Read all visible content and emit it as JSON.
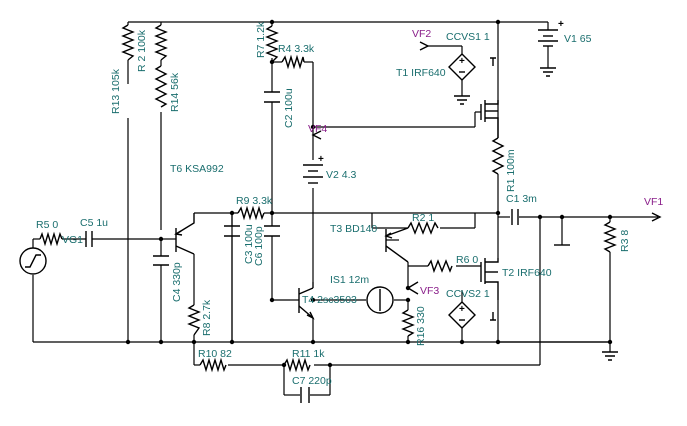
{
  "labels": {
    "v1": "V1 65",
    "vf2": "VF2",
    "ccvs1": "CCVS1 1",
    "t1": "T1 IRF640",
    "r7": "R7 1.2k",
    "r4": "R4 3.3k",
    "r2": "R 2 100k",
    "r13": "R13 105k",
    "r14": "R14 56k",
    "c2": "C2 100u",
    "vf4": "VF4",
    "v2": "V2 4.3",
    "r1": "R1 100m",
    "t6": "T6 KSA992",
    "r9": "R9 3.3k",
    "c1": "C1 3m",
    "vf1": "VF1",
    "r5": "R5 0",
    "c5": "C5 1u",
    "vg1": "VG1",
    "c4": "C4 330p",
    "c3": "C3 100u",
    "c6": "C6 100p",
    "t3": "T3 BD140",
    "r2b": "R2 1",
    "r3": "R3 8",
    "r6": "R6 0",
    "t2": "T2 IRF640",
    "is1": "IS1 12m",
    "vf3": "VF3",
    "ccvs2": "CCVS2 1",
    "t4": "T4 2sc3503",
    "r16": "R16 330",
    "r8": "R8 2.7k",
    "r10": "R10 82",
    "r11": "R11 1k",
    "c7": "C7 220p"
  }
}
